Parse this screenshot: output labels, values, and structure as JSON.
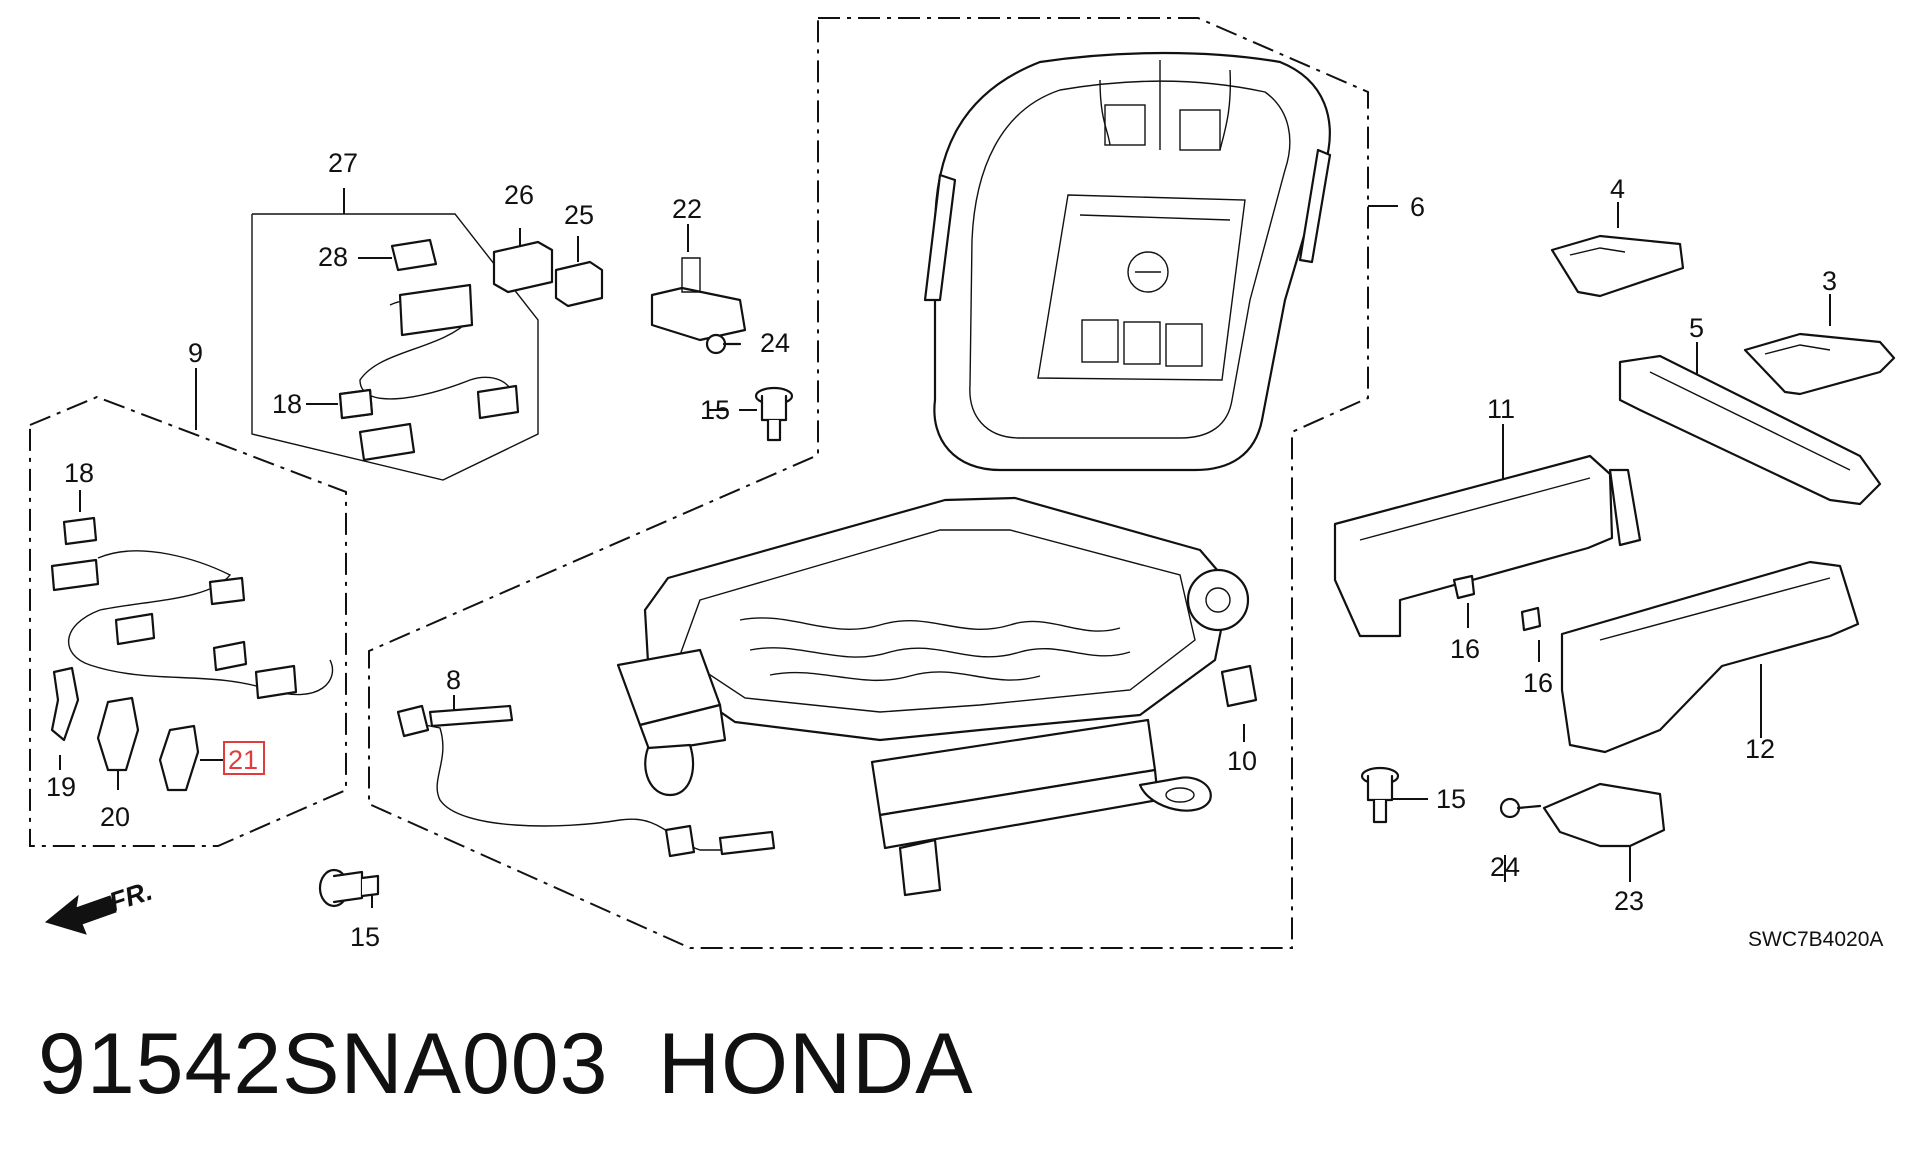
{
  "callouts": {
    "c3": "3",
    "c4": "4",
    "c5": "5",
    "c6": "6",
    "c8": "8",
    "c9": "9",
    "c10": "10",
    "c11": "11",
    "c12": "12",
    "c15a": "15",
    "c15b": "15",
    "c15c": "15",
    "c16a": "16",
    "c16b": "16",
    "c18a": "18",
    "c18b": "18",
    "c19": "19",
    "c20": "20",
    "c21": "21",
    "c22": "22",
    "c23": "23",
    "c24a": "24",
    "c24b": "24",
    "c25": "25",
    "c26": "26",
    "c27": "27",
    "c28": "28"
  },
  "direction_label": "FR.",
  "diagram_code": "SWC7B4020A",
  "footer": {
    "part_number": "91542SNA003",
    "brand": "HONDA"
  },
  "highlight_color": "#e23b3b"
}
